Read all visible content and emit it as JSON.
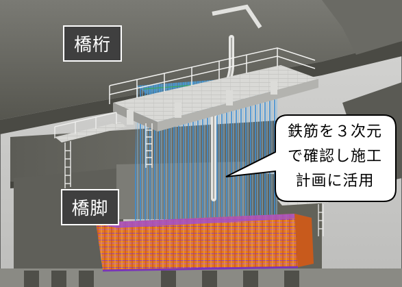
{
  "labels": {
    "girder": "橋桁",
    "pier": "橋脚"
  },
  "callout": {
    "text": "鉄筋を３次元\nで確認し施工\n計画に活用"
  },
  "colors": {
    "sky": "#c9c9c7",
    "concrete_dark": "#5a5a55",
    "concrete_mid": "#6f6f69",
    "rebar_blue": "#3b8fd6",
    "rebar_orange": "#e0741e",
    "rebar_purple": "#8e3fc9",
    "rebar_green": "#3aa85a",
    "label_bg": "#3f3f3f"
  }
}
